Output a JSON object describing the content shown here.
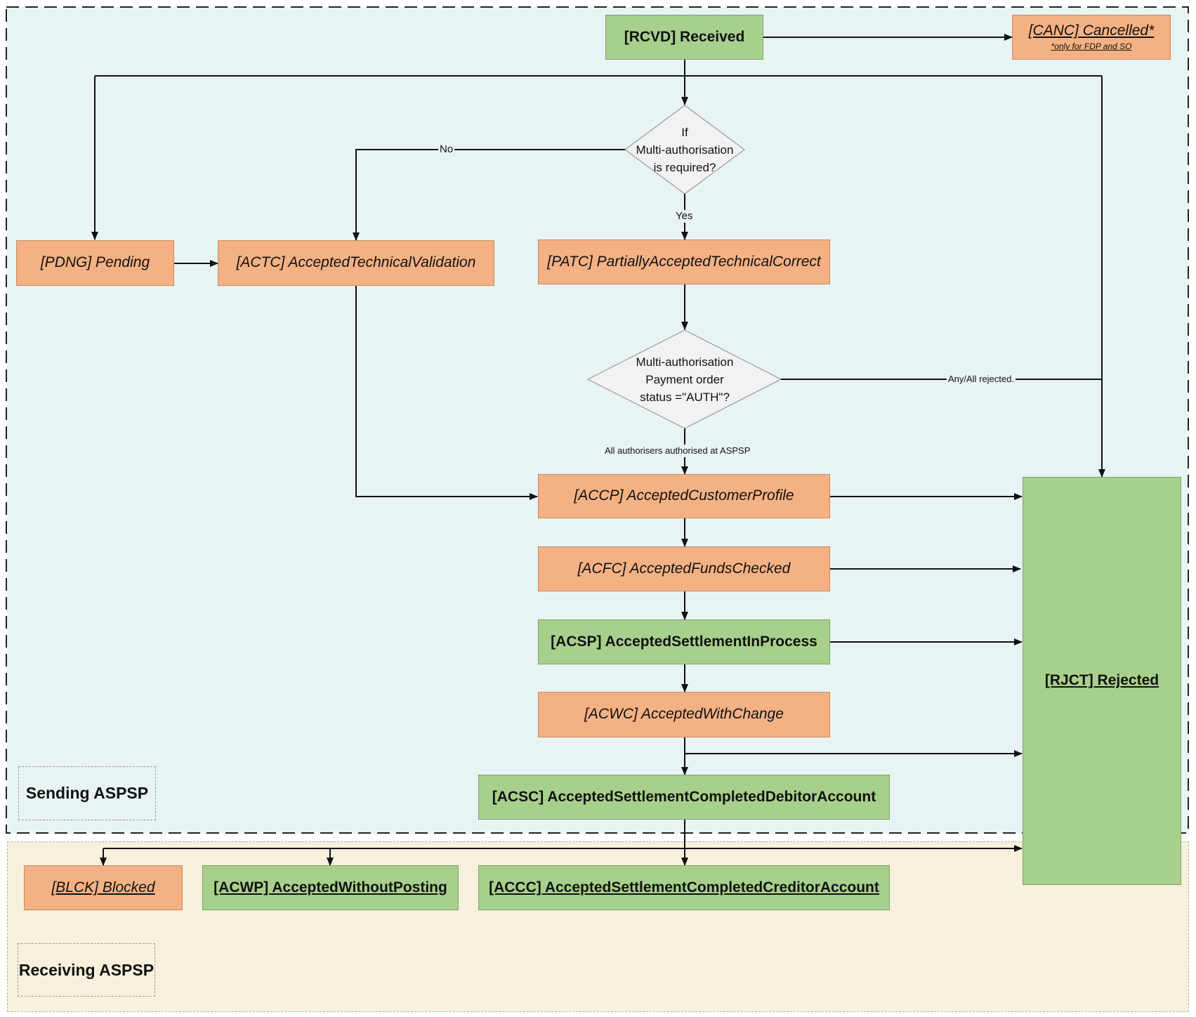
{
  "zones": {
    "sending": "Sending ASPSP",
    "receiving": "Receiving ASPSP"
  },
  "states": {
    "rcvd": "[RCVD] Received",
    "canc": "[CANC] Cancelled*",
    "canc_note": "*only for FDP and SO",
    "pdng": "[PDNG] Pending",
    "actc": "[ACTC] AcceptedTechnicalValidation",
    "patc": "[PATC] PartiallyAcceptedTechnicalCorrect",
    "accp": "[ACCP] AcceptedCustomerProfile",
    "acfc": "[ACFC] AcceptedFundsChecked",
    "acsp": "[ACSP] AcceptedSettlementInProcess",
    "acwc": "[ACWC] AcceptedWithChange",
    "acsc": "[ACSC] AcceptedSettlementCompletedDebitorAccount",
    "rjct": "[RJCT] Rejected",
    "blck": "[BLCK] Blocked",
    "acwp": "[ACWP] AcceptedWithoutPosting",
    "accc": "[ACCC] AcceptedSettlementCompletedCreditorAccount"
  },
  "decisions": {
    "multi_auth_required": [
      "If",
      "Multi-authorisation",
      "is required?"
    ],
    "auth_status": [
      "Multi-authorisation",
      "Payment order",
      "status =\"AUTH\"?"
    ]
  },
  "edge_labels": {
    "no": "No",
    "yes": "Yes",
    "all_authorised": "All authorisers authorised at ASPSP",
    "any_rejected": "Any/All rejected."
  }
}
